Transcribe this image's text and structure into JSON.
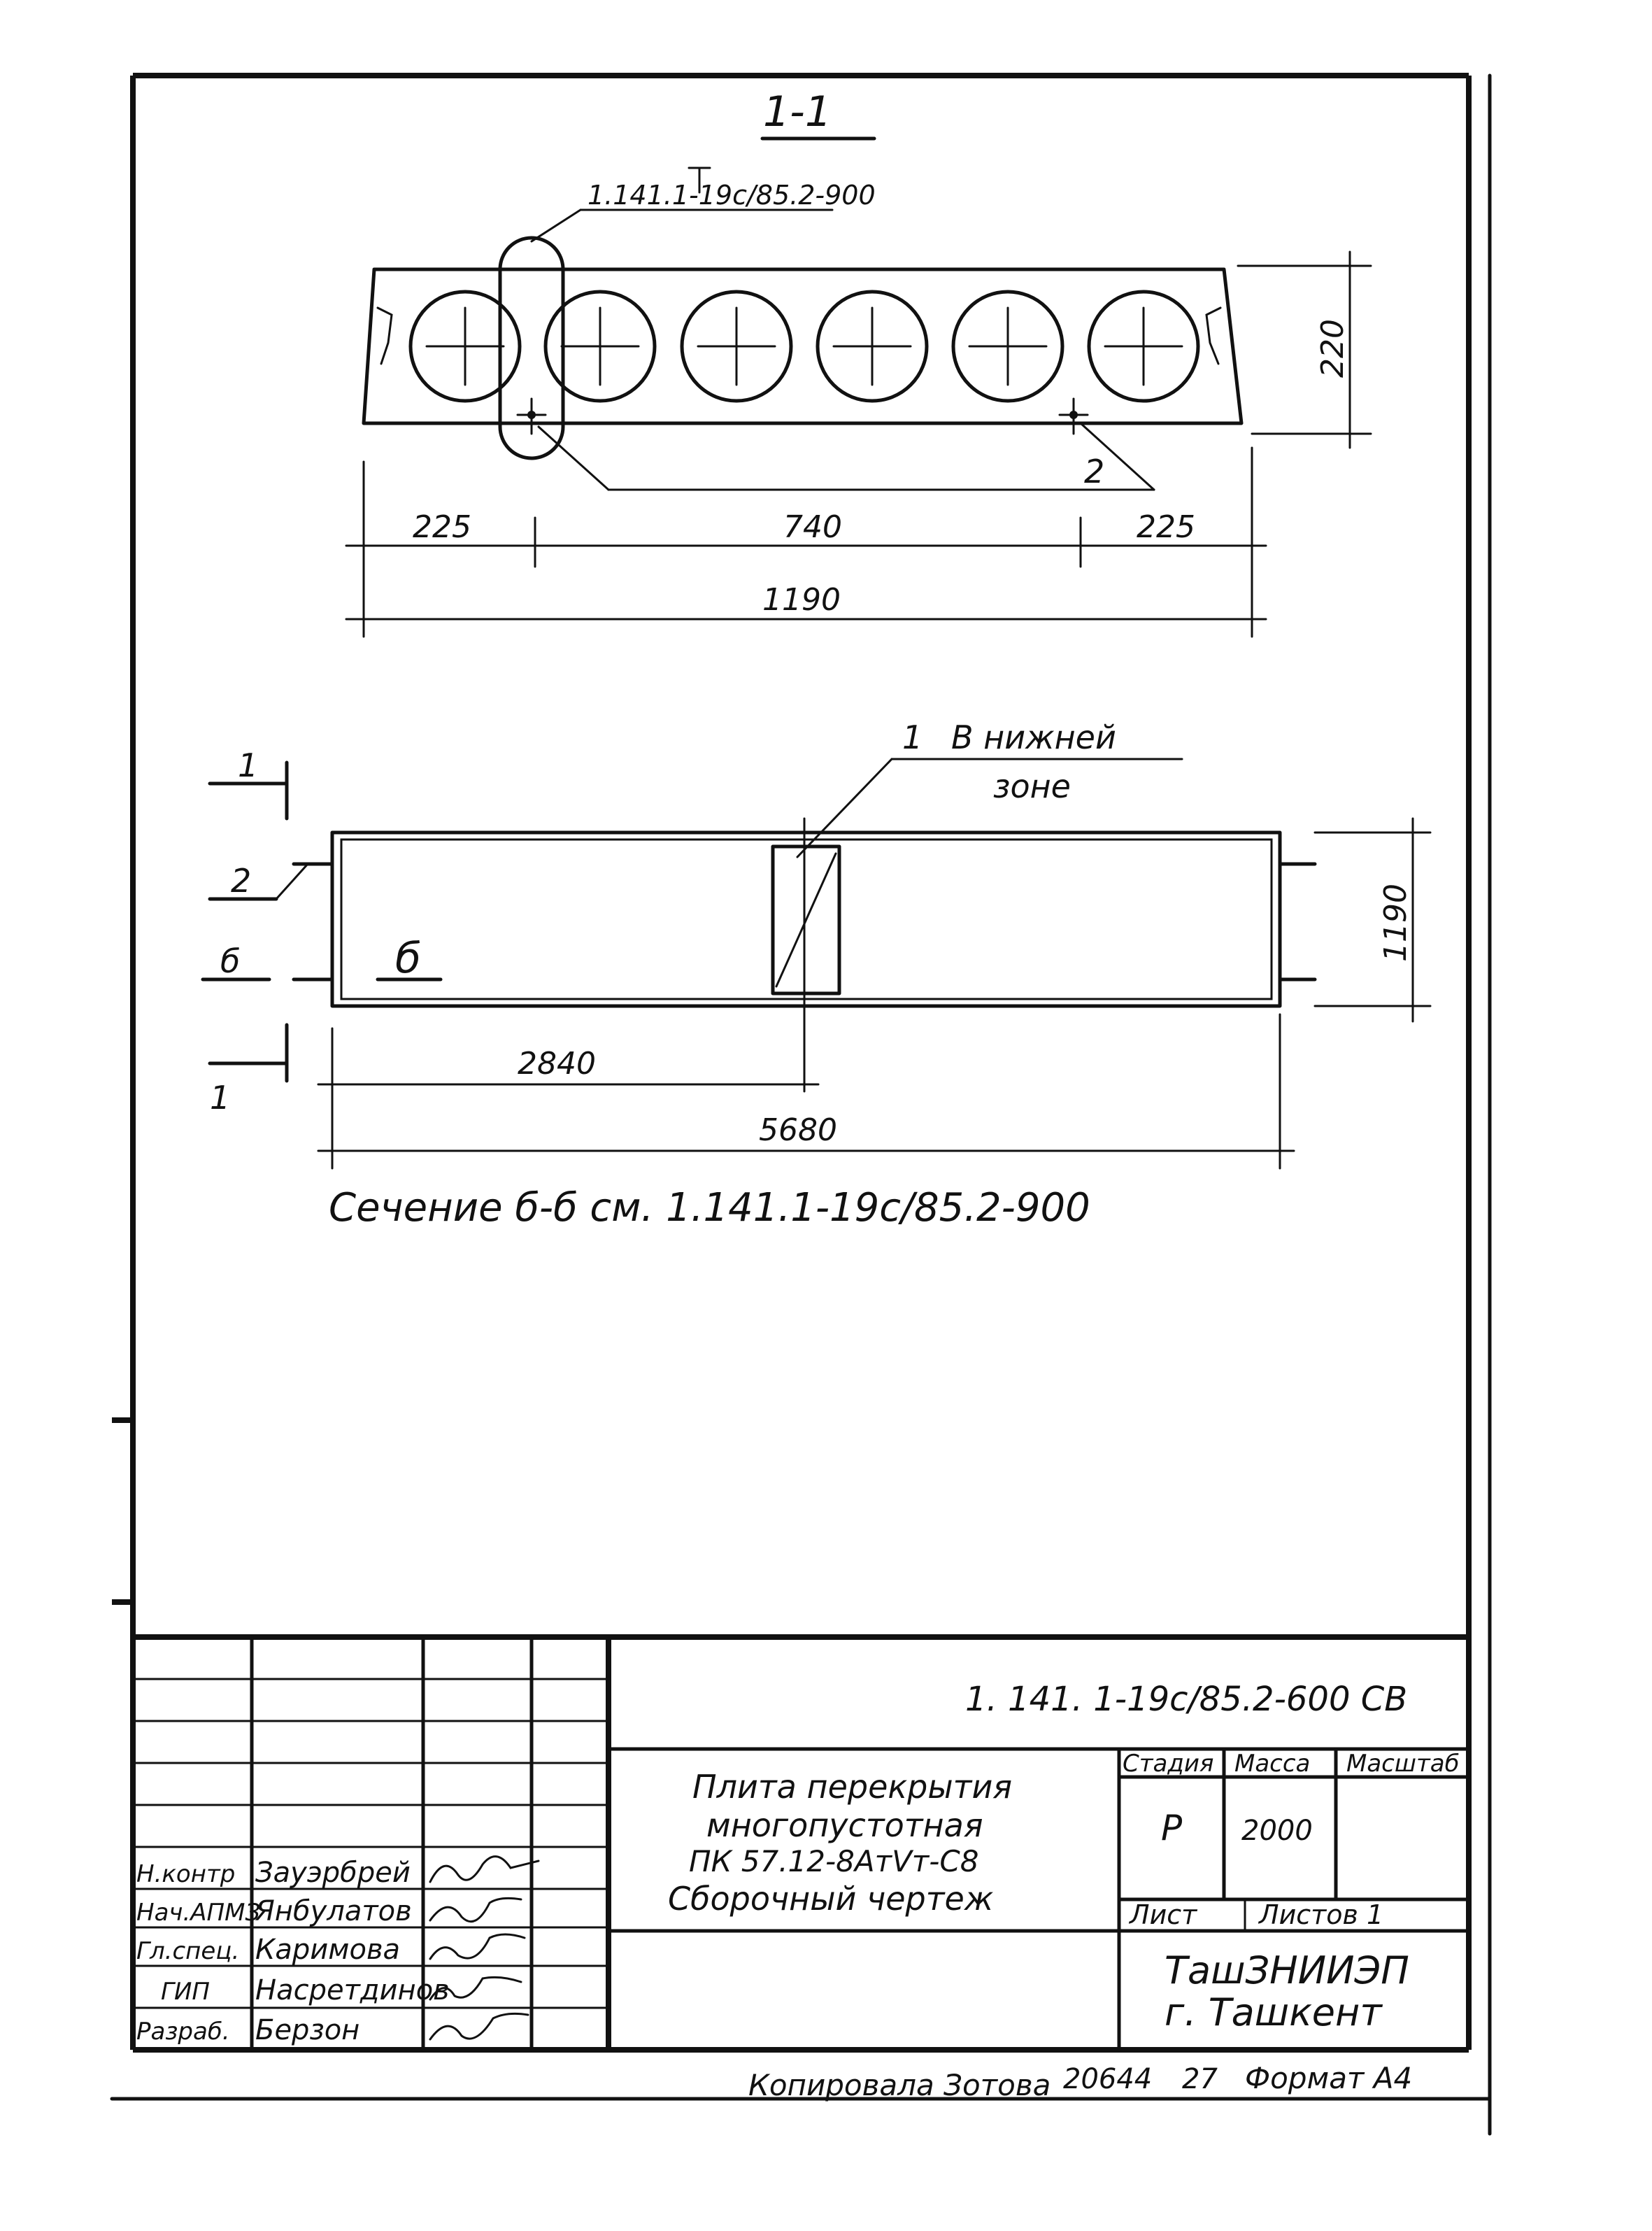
{
  "section_view": {
    "title": "1-1",
    "ref_label": "1.141.1-19с/85.2-900",
    "height_dim": "220",
    "dims_top": [
      "225",
      "740",
      "225"
    ],
    "dim_total": "1190",
    "callout": "2"
  },
  "plan_view": {
    "callout_1": "1",
    "callout_1_text_a": "В нижней",
    "callout_1_text_b": "зоне",
    "section_mark_top": "1",
    "section_mark_bottom": "1",
    "callout_2": "2",
    "b_mark_left": "б",
    "b_mark_inner": "б",
    "width_dim": "1190",
    "dim_half": "2840",
    "dim_total": "5680"
  },
  "note": "Сечение б-б см. 1.141.1-19с/85.2-900",
  "title_block": {
    "doc_code": "1. 141. 1-19с/85.2-600 СВ",
    "title_lines": [
      "Плита перекрытия",
      "многопустотная",
      "ПК 57.12-8АтⅤт-С8",
      "Сборочный чертеж"
    ],
    "headers": {
      "stage": "Стадия",
      "mass": "Масса",
      "scale": "Масштаб"
    },
    "values": {
      "stage": "Р",
      "mass": "2000",
      "scale": ""
    },
    "sheet_label": "Лист",
    "sheets_label": "Листов 1",
    "org_line1": "ТашЗНИИЭП",
    "org_line2": "г. Ташкент",
    "staff": [
      {
        "role": "Н.контр",
        "name": "Зауэрбрей"
      },
      {
        "role": "Нач.АПМЗ",
        "name": "Янбулатов"
      },
      {
        "role": "Гл.спец.",
        "name": "Каримова"
      },
      {
        "role": "ГИП",
        "name": "Насретдинов"
      },
      {
        "role": "Разраб.",
        "name": "Берзон"
      }
    ]
  },
  "footer": {
    "copied_by": "Копировала Зотова",
    "number": "20644",
    "page": "27",
    "format": "Формат А4"
  }
}
